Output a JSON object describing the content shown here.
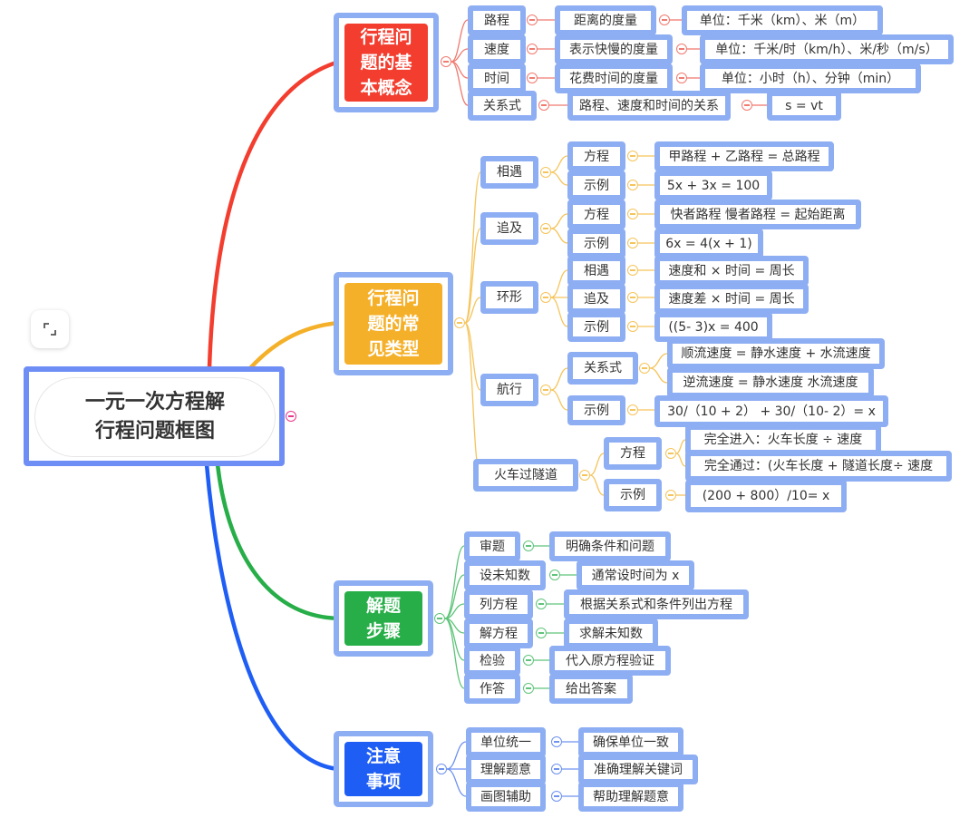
{
  "root": {
    "title_line1": "一元一次方程解",
    "title_line2": "行程问题框图"
  },
  "colors": {
    "red": "#f33d2f",
    "orange": "#f5b02a",
    "green": "#27ae48",
    "blue": "#1f5ef5",
    "node_border": "#8eaef3",
    "root_border": "#6f8ef5",
    "toggle_root": "#e8388a"
  },
  "fit_button": {
    "icon": "fit-screen-icon"
  },
  "branches": {
    "basic": {
      "label_lines": [
        "行程问",
        "题的基",
        "本概念"
      ],
      "items": [
        {
          "label": "路程",
          "desc": "距离的度量",
          "detail": "单位：千米（km）、米（m）"
        },
        {
          "label": "速度",
          "desc": "表示快慢的度量",
          "detail": "单位：千米/时（km/h）、米/秒（m/s）"
        },
        {
          "label": "时间",
          "desc": "花费时间的度量",
          "detail": "单位：小时（h）、分钟（min）"
        },
        {
          "label": "关系式",
          "desc": "路程、速度和时间的关系",
          "detail": "s = vt"
        }
      ]
    },
    "types": {
      "label_lines": [
        "行程问",
        "题的常",
        "见类型"
      ],
      "meet": {
        "label": "相遇",
        "c1": "方程",
        "v1": "甲路程 + 乙路程 = 总路程",
        "c2": "示例",
        "v2": "5x + 3x = 100"
      },
      "chase": {
        "label": "追及",
        "c1": "方程",
        "v1": "快者路程 慢者路程 = 起始距离",
        "c2": "示例",
        "v2": "6x = 4(x + 1)"
      },
      "ring": {
        "label": "环形",
        "c1": "相遇",
        "v1": "速度和 × 时间 = 周长",
        "c2": "追及",
        "v2": "速度差 × 时间 = 周长",
        "c3": "示例",
        "v3": "((5- 3)x = 400"
      },
      "boat": {
        "label": "航行",
        "c1": "关系式",
        "v1a": "顺流速度 = 静水速度 + 水流速度",
        "v1b": "逆流速度 = 静水速度 水流速度",
        "c2": "示例",
        "v2": "30/（10 + 2） + 30/（10- 2）= x"
      },
      "train": {
        "label": "火车过隧道",
        "c1": "方程",
        "v1a": "完全进入：火车长度 ÷ 速度",
        "v1b": "完全通过：(火车长度 + 隧道长度÷ 速度",
        "c2": "示例",
        "v2": "(200 + 800）/10= x"
      }
    },
    "steps": {
      "label_lines": [
        "解题",
        "步骤"
      ],
      "items": [
        {
          "label": "审题",
          "desc": "明确条件和问题"
        },
        {
          "label": "设未知数",
          "desc": "通常设时间为 x"
        },
        {
          "label": "列方程",
          "desc": "根据关系式和条件列出方程"
        },
        {
          "label": "解方程",
          "desc": "求解未知数"
        },
        {
          "label": "检验",
          "desc": "代入原方程验证"
        },
        {
          "label": "作答",
          "desc": "给出答案"
        }
      ]
    },
    "notes": {
      "label_lines": [
        "注意",
        "事项"
      ],
      "items": [
        {
          "label": "单位统一",
          "desc": "确保单位一致"
        },
        {
          "label": "理解题意",
          "desc": "准确理解关键词"
        },
        {
          "label": "画图辅助",
          "desc": "帮助理解题意"
        }
      ]
    }
  }
}
